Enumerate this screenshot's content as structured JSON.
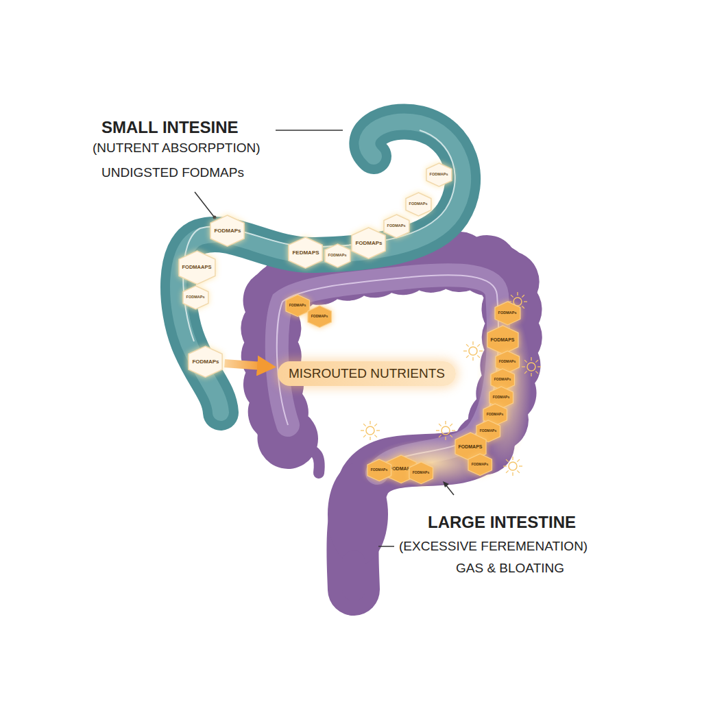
{
  "diagram": {
    "nodes": [
      {
        "text": [
          "FODMAPs"
        ]
      },
      {
        "text": [
          "FODMAPs"
        ]
      },
      {
        "text": [
          "FODMAPs"
        ]
      },
      {
        "text": [
          "FODMAPs"
        ]
      },
      {
        "text": [
          "FODMAPs"
        ]
      },
      {
        "text": [
          "FEDMAPS"
        ]
      },
      {
        "text": [
          "FODMAPs"
        ]
      },
      {
        "text": [
          "FODMAAPS"
        ]
      },
      {
        "text": [
          "FODMAPs"
        ]
      },
      {
        "text": [
          "FODMAPs"
        ]
      },
      {
        "text": [
          "MISROUTED NUTRIENTS"
        ]
      },
      {
        "text": [
          "FODMAPs"
        ]
      },
      {
        "text": [
          "FODMAPs"
        ]
      },
      {
        "text": [
          "FODMAPs"
        ]
      },
      {
        "text": [
          "FODMAPS"
        ]
      },
      {
        "text": [
          "FODMAPs"
        ]
      },
      {
        "text": [
          "FODMAPs"
        ]
      },
      {
        "text": [
          "FODMAPs"
        ]
      },
      {
        "text": [
          "FODMAPs"
        ]
      },
      {
        "text": [
          "FODMAPs"
        ]
      },
      {
        "text": [
          "FODMAPS"
        ]
      },
      {
        "text": [
          "FODMAPs"
        ]
      },
      {
        "text": [
          "FODMAPs"
        ]
      },
      {
        "text": [
          "FODMAPs"
        ]
      },
      {
        "text": [
          "FODMAPs"
        ]
      }
    ],
    "edges": [
      {
        "from": 9,
        "to": 10,
        "arrow": "to"
      }
    ],
    "labels": [
      "SMALL INTESINE",
      "(NUTRENT ABSORPPTION)",
      "UNDIGSTED FODMAPs",
      "LARGE INTESTINE",
      "(EXCESSIVE FEREMENATION)",
      "GAS & BLOATING"
    ]
  }
}
